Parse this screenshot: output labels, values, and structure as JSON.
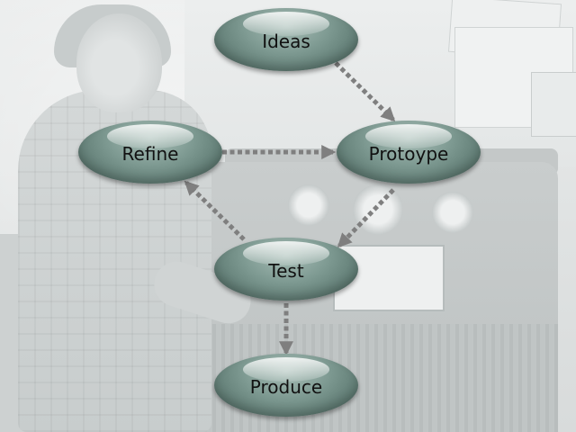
{
  "diagram": {
    "nodes": [
      {
        "id": "ideas",
        "label": "Ideas"
      },
      {
        "id": "refine",
        "label": "Refine"
      },
      {
        "id": "protoype",
        "label": "Protoype"
      },
      {
        "id": "test",
        "label": "Test"
      },
      {
        "id": "produce",
        "label": "Produce"
      }
    ],
    "edges": [
      {
        "from": "ideas",
        "to": "protoype"
      },
      {
        "from": "refine",
        "to": "protoype"
      },
      {
        "from": "protoype",
        "to": "test"
      },
      {
        "from": "test",
        "to": "refine"
      },
      {
        "from": "test",
        "to": "produce"
      }
    ]
  },
  "colors": {
    "node_fill": "#7e9a92",
    "arrow": "#7f7f7f",
    "label": "#111111"
  }
}
